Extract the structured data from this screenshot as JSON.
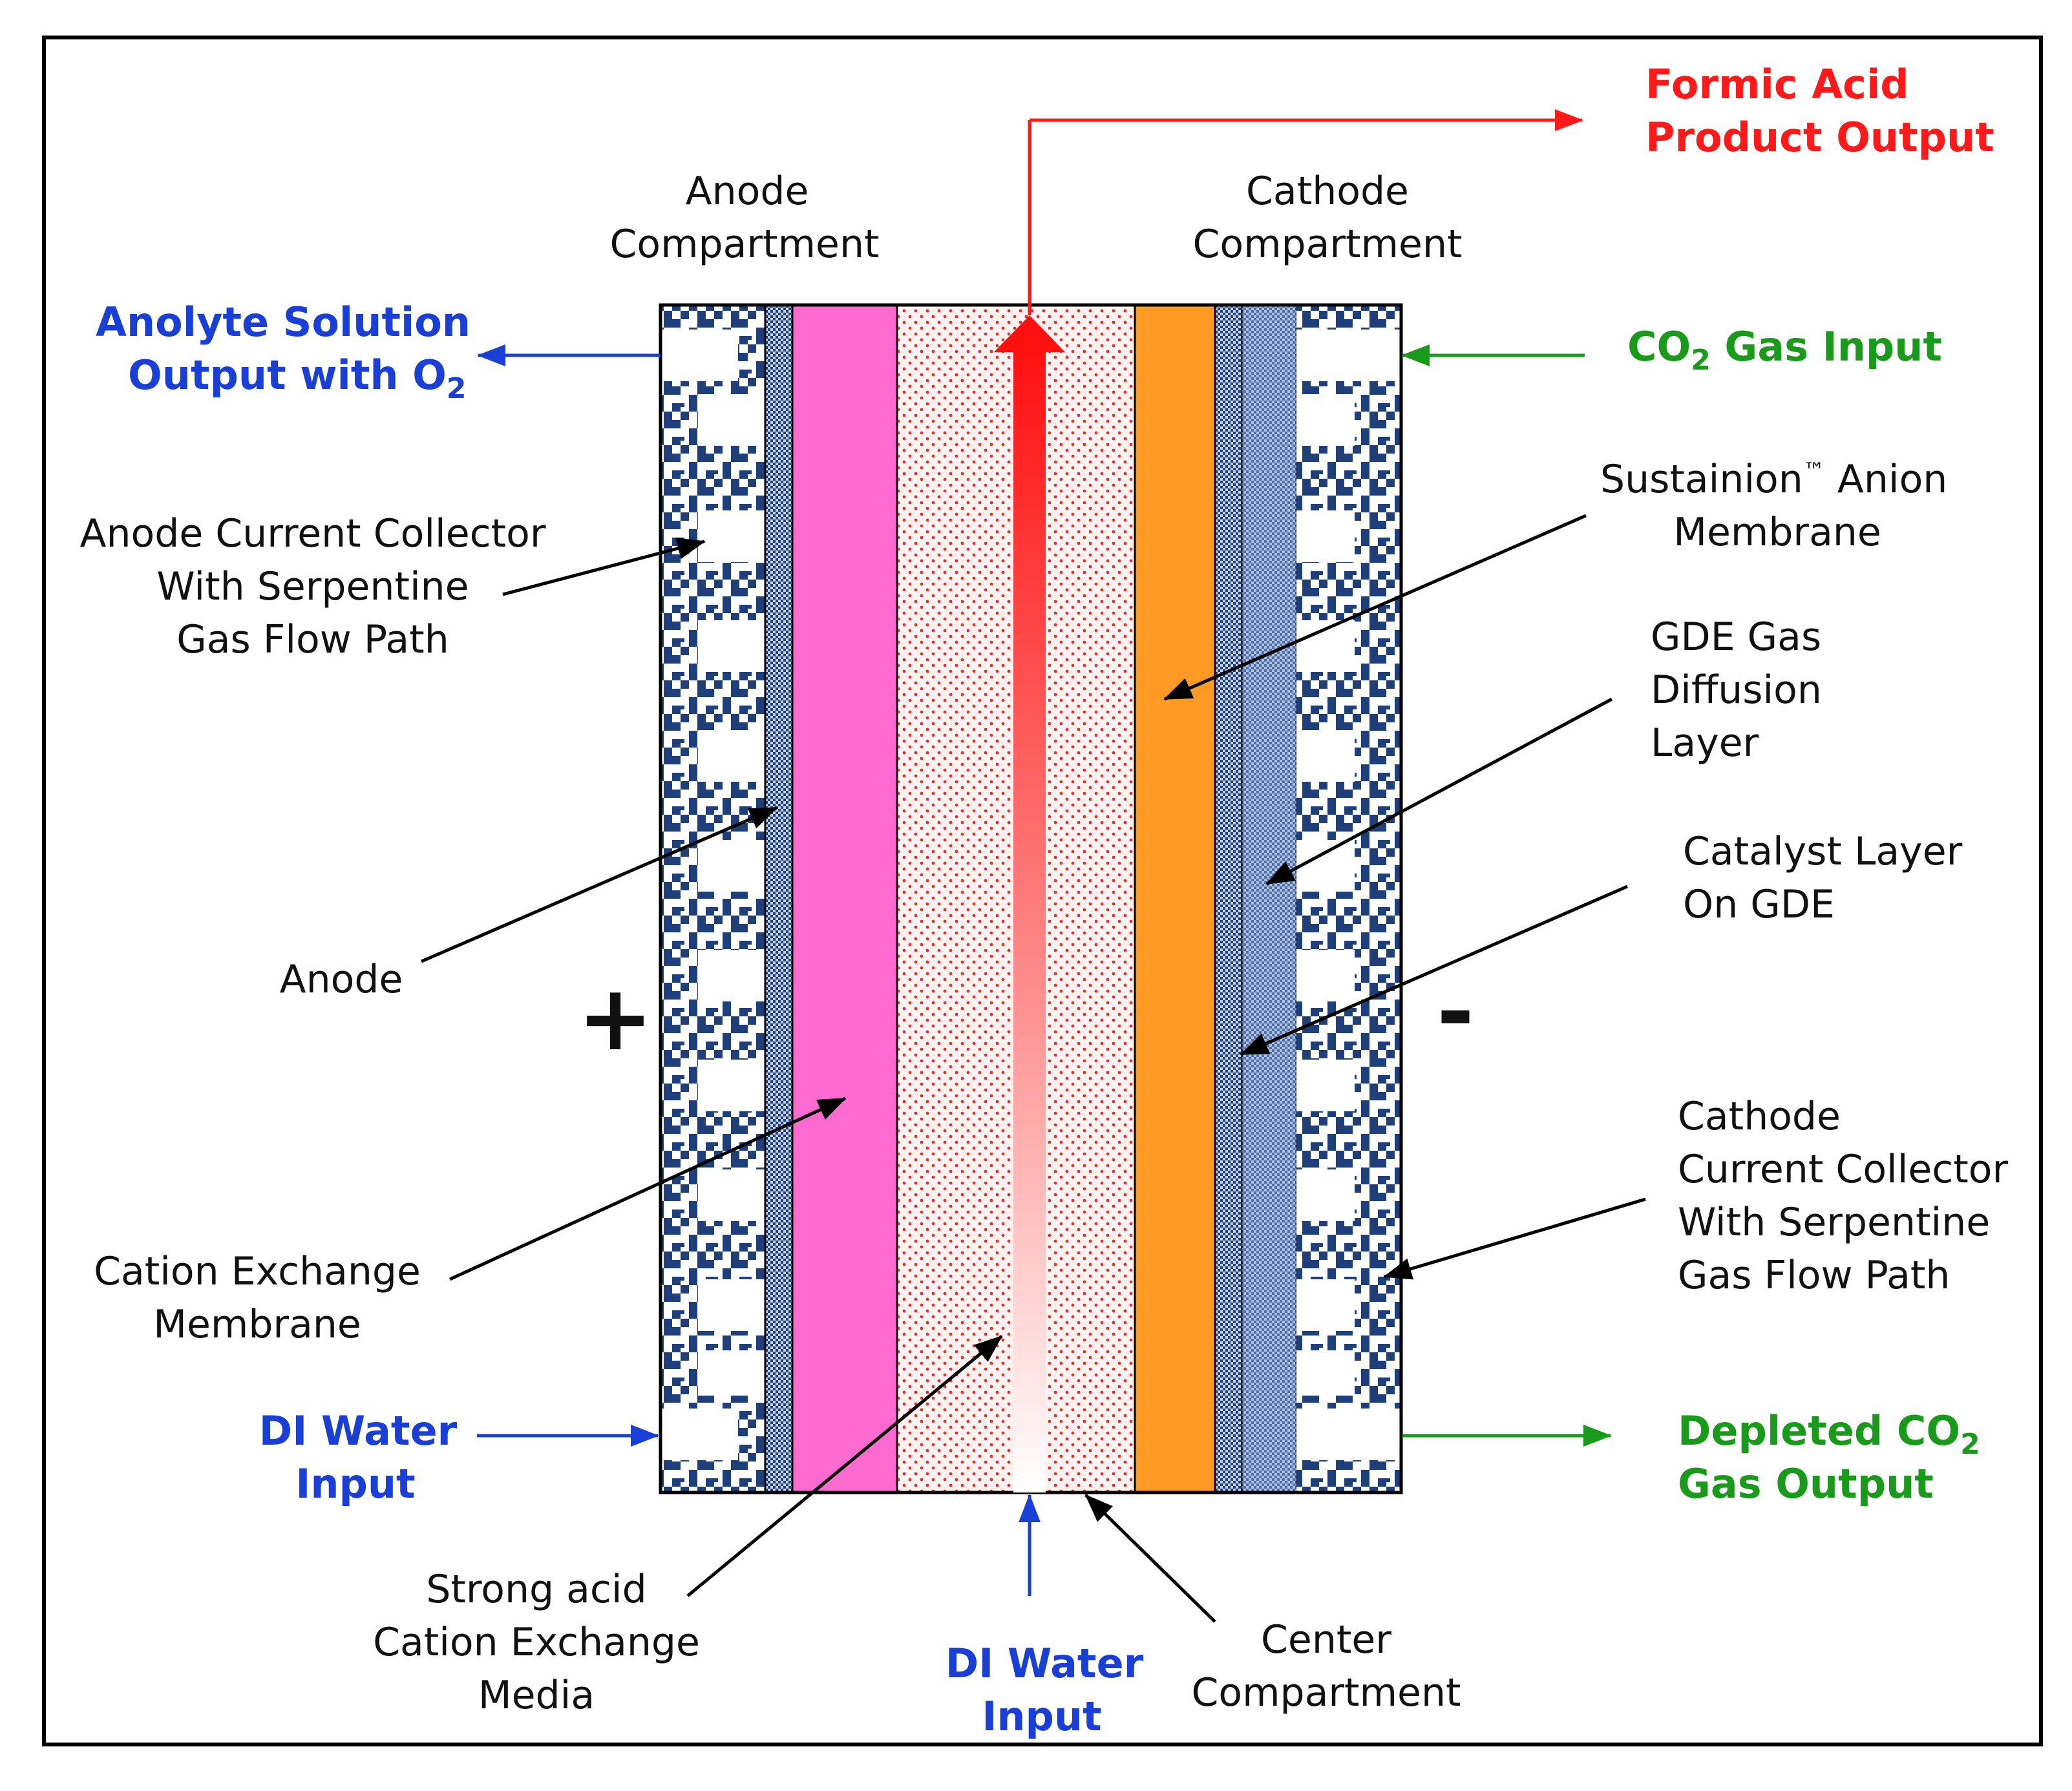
{
  "colors": {
    "frame": "#000000",
    "collector_blue": "#1f3f7a",
    "membrane_blue": "#8ea8d6",
    "anode_pink": "#ff6ad1",
    "center_dots": "#e0302a",
    "cathode_orange": "#ff9b25",
    "product_red": "#ff1a1a",
    "input_blue": "#1a3fd6",
    "co2_green": "#1a9a1a"
  },
  "labels": {
    "formic_acid_line1": "Formic Acid",
    "formic_acid_line2": "Product Output",
    "anode_compartment_line1": "Anode",
    "anode_compartment_line2": "Compartment",
    "cathode_compartment_line1": "Cathode",
    "cathode_compartment_line2": "Compartment",
    "anolyte_line1": "Anolyte Solution",
    "anolyte_line2": "Output with O",
    "anolyte_sub": "2",
    "co2_input_main": "CO",
    "co2_input_sub": "2",
    "co2_input_rest": " Gas Input",
    "sustainion_line1_a": "Sustainion",
    "sustainion_tm": "™",
    "sustainion_line1_b": " Anion",
    "sustainion_line2": "Membrane",
    "anode_cc_line1": "Anode Current  Collector",
    "anode_cc_line2": "With Serpentine",
    "anode_cc_line3": "Gas Flow Path",
    "gde_line1": "GDE Gas",
    "gde_line2": "Diffusion",
    "gde_line3": "Layer",
    "catalyst_line1": "Catalyst Layer",
    "catalyst_line2": "On GDE",
    "anode": "Anode",
    "plus": "+",
    "minus": "-",
    "cathode_cc_line1": "Cathode",
    "cathode_cc_line2": "Current  Collector",
    "cathode_cc_line3": "With Serpentine",
    "cathode_cc_line4": "Gas Flow Path",
    "cation_line1": "Cation Exchange",
    "cation_line2": "Membrane",
    "di_water_left_line1": "DI Water",
    "di_water_left_line2": "Input",
    "depleted_main": "Depleted CO",
    "depleted_sub": "2",
    "depleted_line2": "Gas Output",
    "strong_acid_line1": "Strong acid",
    "strong_acid_line2": "Cation Exchange",
    "strong_acid_line3": "Media",
    "di_water_bottom_line1": "DI Water",
    "di_water_bottom_line2": "Input",
    "center_line1": "Center",
    "center_line2": "Compartment"
  }
}
